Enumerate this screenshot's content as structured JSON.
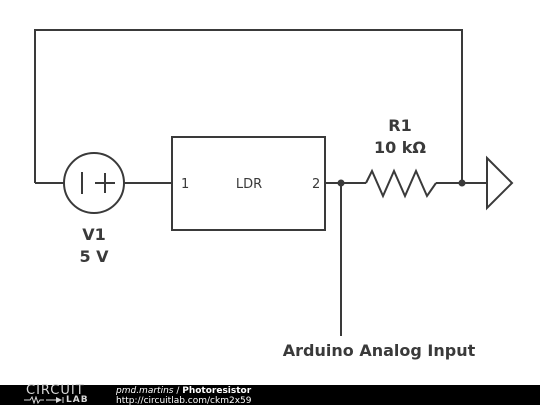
{
  "diagram": {
    "source": {
      "name": "V1",
      "value": "5 V",
      "symbol": "I +"
    },
    "ldr": {
      "label": "LDR",
      "pin_left": "1",
      "pin_right": "2"
    },
    "resistor": {
      "name": "R1",
      "value": "10 kΩ"
    },
    "output_label": "Arduino Analog Input"
  },
  "footer": {
    "logo_top": "CIRCUIT",
    "logo_bottom": "LAB",
    "author": "pmd.martins",
    "separator": " / ",
    "title": "Photoresistor",
    "url": "http://circuitlab.com/ckm2x59"
  }
}
